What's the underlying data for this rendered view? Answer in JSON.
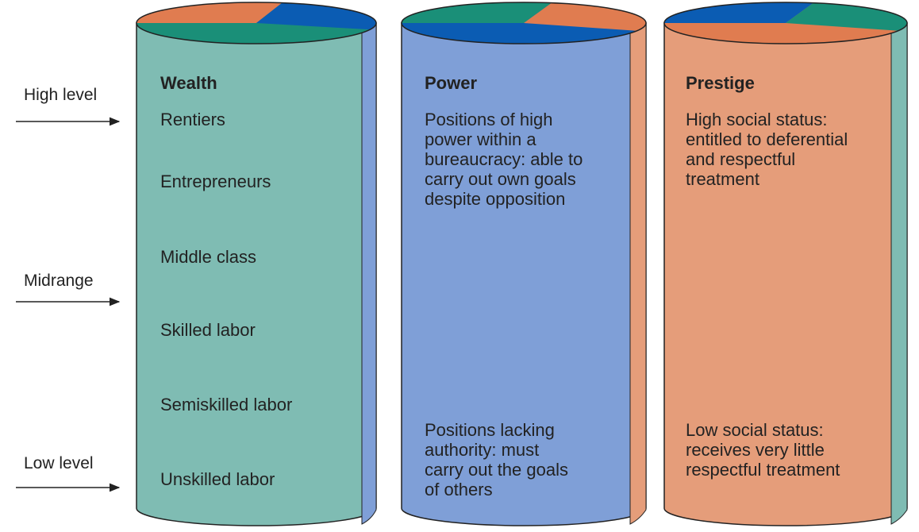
{
  "level_labels": {
    "high": "High level",
    "mid": "Midrange",
    "low": "Low level"
  },
  "columns": [
    {
      "heading": "Wealth",
      "items": [
        "Rentiers",
        "Entrepreneurs",
        "Middle class",
        "Skilled labor",
        "Semiskilled labor",
        "Unskilled labor"
      ]
    },
    {
      "heading": "Power",
      "high_text": [
        "Positions of high",
        "power within a",
        "bureaucracy: able to",
        "carry out own goals",
        "despite opposition"
      ],
      "low_text": [
        "Positions lacking",
        "authority: must",
        "carry out the goals",
        "of others"
      ]
    },
    {
      "heading": "Prestige",
      "high_text": [
        "High social status:",
        "entitled to deferential",
        "and respectful",
        "treatment"
      ],
      "low_text": [
        "Low social status:",
        "receives very little",
        "respectful treatment"
      ]
    }
  ],
  "colors": {
    "teal": "#7fbcb3",
    "blue": "#7f9fd7",
    "orange": "#e59d7a",
    "outline": "#222222",
    "lid_teal": "#1a8f78",
    "lid_blue": "#0b5cb3",
    "lid_orange": "#e07c50"
  }
}
